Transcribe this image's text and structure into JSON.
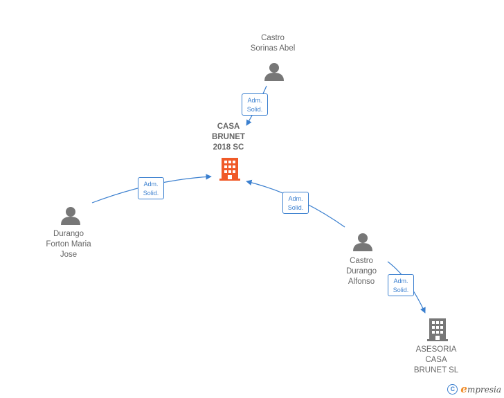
{
  "nodes": {
    "castro_sorinas": {
      "name": [
        "Castro",
        "Sorinas Abel"
      ],
      "kind": "person"
    },
    "casa_brunet": {
      "name": [
        "CASA",
        "BRUNET",
        "2018 SC"
      ],
      "kind": "company-main"
    },
    "durango_forton": {
      "name": [
        "Durango",
        "Forton Maria",
        "Jose"
      ],
      "kind": "person"
    },
    "castro_durango": {
      "name": [
        "Castro",
        "Durango",
        "Alfonso"
      ],
      "kind": "person"
    },
    "asesoria": {
      "name": [
        "ASESORIA",
        "CASA",
        "BRUNET SL"
      ],
      "kind": "company"
    }
  },
  "relations": [
    {
      "from": "castro_sorinas",
      "to": "casa_brunet",
      "label": [
        "Adm.",
        "Solid."
      ]
    },
    {
      "from": "durango_forton",
      "to": "casa_brunet",
      "label": [
        "Adm.",
        "Solid."
      ]
    },
    {
      "from": "castro_durango",
      "to": "casa_brunet",
      "label": [
        "Adm.",
        "Solid."
      ]
    },
    {
      "from": "castro_durango",
      "to": "asesoria",
      "label": [
        "Adm.",
        "Solid."
      ]
    }
  ],
  "colors": {
    "edge": "#3a7fcf",
    "person_icon": "#777777",
    "main_company_icon": "#f05a28",
    "company_icon": "#777777",
    "label_text": "#666666"
  },
  "footer": {
    "copyright_symbol": "C",
    "brand_initial": "e",
    "brand_rest": "mpresia"
  }
}
